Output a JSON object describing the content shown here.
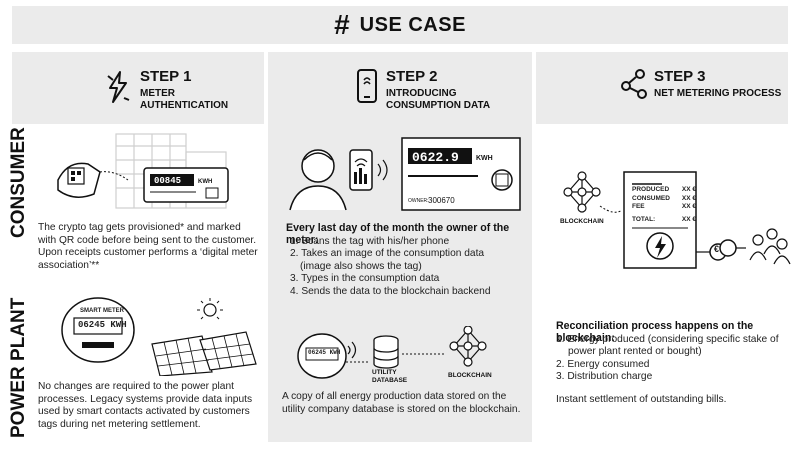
{
  "header": {
    "title": "USE CASE"
  },
  "steps": [
    {
      "number": "STEP 1",
      "desc_line1": "METER",
      "desc_line2": "AUTHENTICATION"
    },
    {
      "number": "STEP 2",
      "desc_line1": "INTRODUCING",
      "desc_line2": "CONSUMPTION DATA"
    },
    {
      "number": "STEP 3",
      "desc_line1": "NET METERING PROCESS",
      "desc_line2": ""
    }
  ],
  "rows": {
    "consumer": "CONSUMER",
    "power_plant": "POWER PLANT"
  },
  "consumer_step1": {
    "text": "The crypto tag gets provisioned* and marked with QR code before being sent to the customer. Upon receipts customer performs a ‘digital meter association’**",
    "meter_reading": "00845",
    "meter_unit": "KWH"
  },
  "consumer_step2": {
    "meter_reading": "0622.9",
    "meter_unit": "KWH",
    "owner_label": "OWNER:",
    "owner_id": "300670",
    "heading": "Every last day of the month the owner of the meter:",
    "items": [
      "1. Scans the tag with his/her phone",
      "2. Takes an image of the consumption data",
      "   (image also shows the tag)",
      "3. Types in the consumption data",
      "4. Sends the data to the blockchain backend"
    ]
  },
  "consumer_step3": {
    "blockchain_label": "BLOCKCHAIN",
    "bill": {
      "produced": "PRODUCED",
      "consumed": "CONSUMED",
      "fee": "FEE",
      "total": "TOTAL:",
      "amount": "XX €"
    },
    "coin_symbol": "€"
  },
  "power_step1": {
    "meter_title": "SMART METER",
    "meter_reading": "06245 KWH",
    "text": "No changes are required to the power plant processes. Legacy systems provide data inputs used by smart contacts activated by customers tags during net metering settlement."
  },
  "power_step2": {
    "meter_reading": "06245 KWH",
    "db_label_1": "UTILITY",
    "db_label_2": "DATABASE",
    "blockchain_label": "BLOCKCHAIN",
    "text": "A copy of all energy production data stored on the utility company database is stored on the blockchain."
  },
  "power_step3": {
    "heading": "Reconciliation process happens on the blockchain:",
    "items": [
      "1. Energy produced (considering specific stake of",
      "   power plant rented or bought)",
      "2. Energy consumed",
      "3. Distribution charge"
    ],
    "footer": "Instant settlement of outstanding bills."
  }
}
